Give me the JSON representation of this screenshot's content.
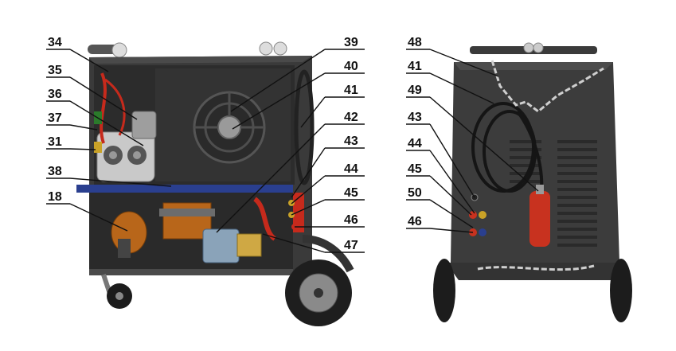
{
  "figure": {
    "left_view": {
      "callouts": [
        "34",
        "35",
        "36",
        "37",
        "31",
        "38",
        "18",
        "39",
        "40",
        "41",
        "42",
        "43",
        "44",
        "45",
        "46",
        "47"
      ]
    },
    "right_view": {
      "callouts": [
        "48",
        "41",
        "49",
        "43",
        "44",
        "45",
        "50",
        "46"
      ]
    }
  }
}
